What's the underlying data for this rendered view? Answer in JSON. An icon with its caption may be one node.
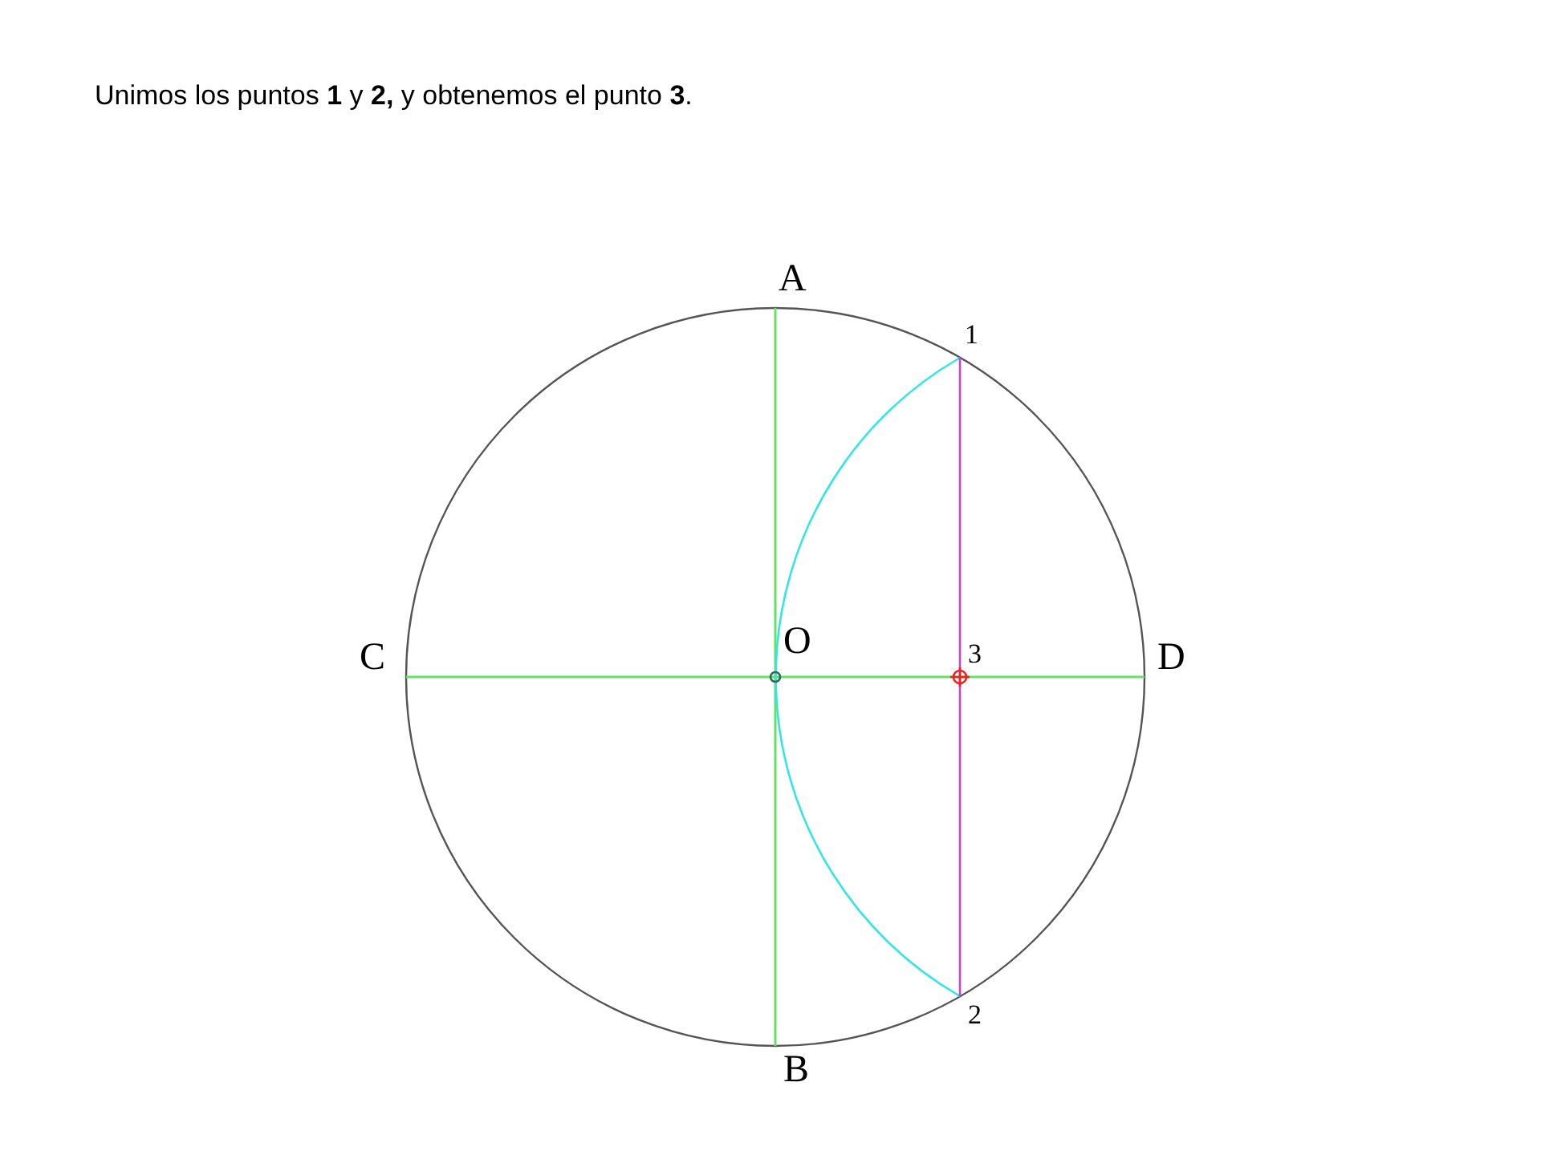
{
  "diagram": {
    "title": "Unimos los puntos **1** y **2,** y obtenemos el punto **3**.",
    "labels": [
      "A",
      "1",
      "C",
      "O",
      "3",
      "D",
      "2",
      "B"
    ]
  }
}
